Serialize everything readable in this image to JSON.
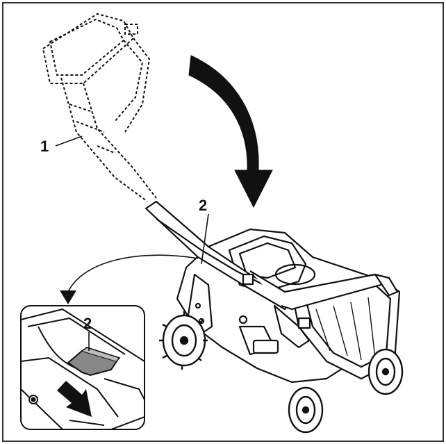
{
  "diagram": {
    "callouts": [
      {
        "id": "handle",
        "label": "1"
      },
      {
        "id": "lever",
        "label": "2"
      },
      {
        "id": "lever-detail",
        "label": "2"
      }
    ],
    "colors": {
      "stroke": "#111111",
      "fill": "#ffffff",
      "frame": "#333333"
    },
    "icons": [
      "fold-arrow-icon",
      "pointer-arrow-icon",
      "push-arrow-icon"
    ]
  }
}
